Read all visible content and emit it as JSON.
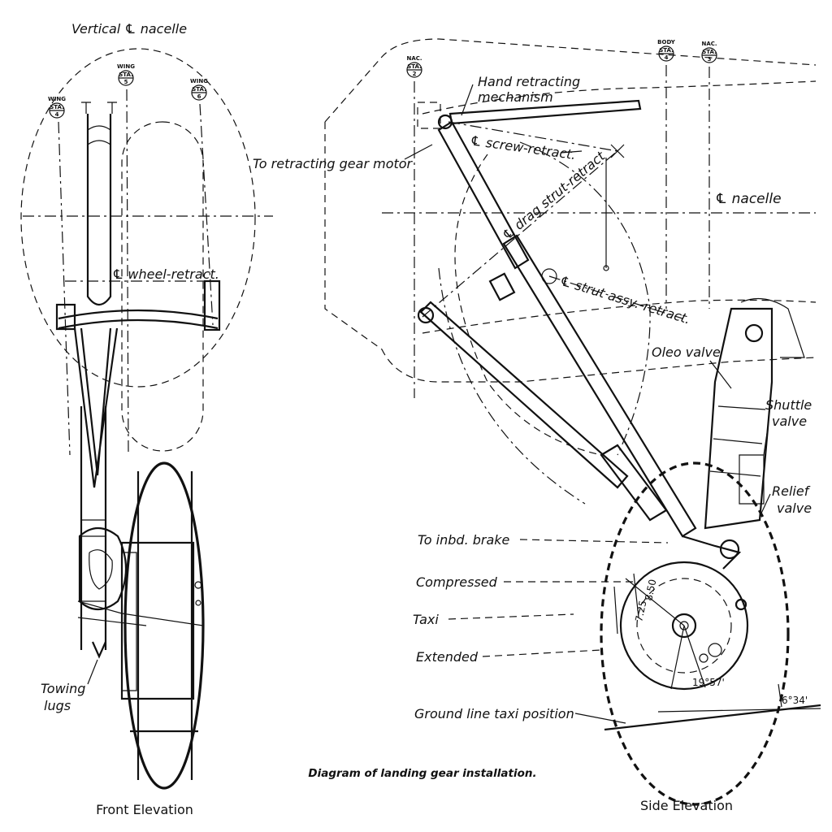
{
  "title": "Diagram of landing gear installation.",
  "front": {
    "caption": "Front Elevation",
    "vertical_label": "Vertical ℄ nacelle",
    "wheel_retract": "℄ wheel-retract.",
    "towing_1": "Towing",
    "towing_2": "lugs",
    "stations": [
      {
        "top": "WING",
        "sta": "STA.",
        "num": "4"
      },
      {
        "top": "WING",
        "sta": "STA.",
        "num": "5"
      },
      {
        "top": "WING",
        "sta": "STA.",
        "num": "6"
      }
    ]
  },
  "side": {
    "caption": "Side Elevation",
    "stations": [
      {
        "top": "NAC.",
        "sta": "STA.",
        "num": "2"
      },
      {
        "top": "BODY",
        "sta": "STA.",
        "num": "4"
      },
      {
        "top": "NAC.",
        "sta": "STA.",
        "num": "3"
      }
    ],
    "hand_1": "Hand retracting",
    "hand_2": "mechanism",
    "motor": "To retracting gear motor",
    "screw": "℄ screw-retract.",
    "drag": "℄ drag strut-retract",
    "nacelle": "℄ nacelle",
    "strut": "℄ strut assy.-retract.",
    "oleo": "Oleo valve",
    "shuttle_1": "Shuttle",
    "shuttle_2": "valve",
    "relief_1": "Relief",
    "relief_2": "valve",
    "inbd": "To inbd. brake",
    "compressed": "Compressed",
    "taxi": "Taxi",
    "extended": "Extended",
    "ground": "Ground line taxi position",
    "dim_850": "8.50",
    "dim_725": "7.25",
    "angle_1": "19°57'",
    "angle_2": "6°34'"
  }
}
